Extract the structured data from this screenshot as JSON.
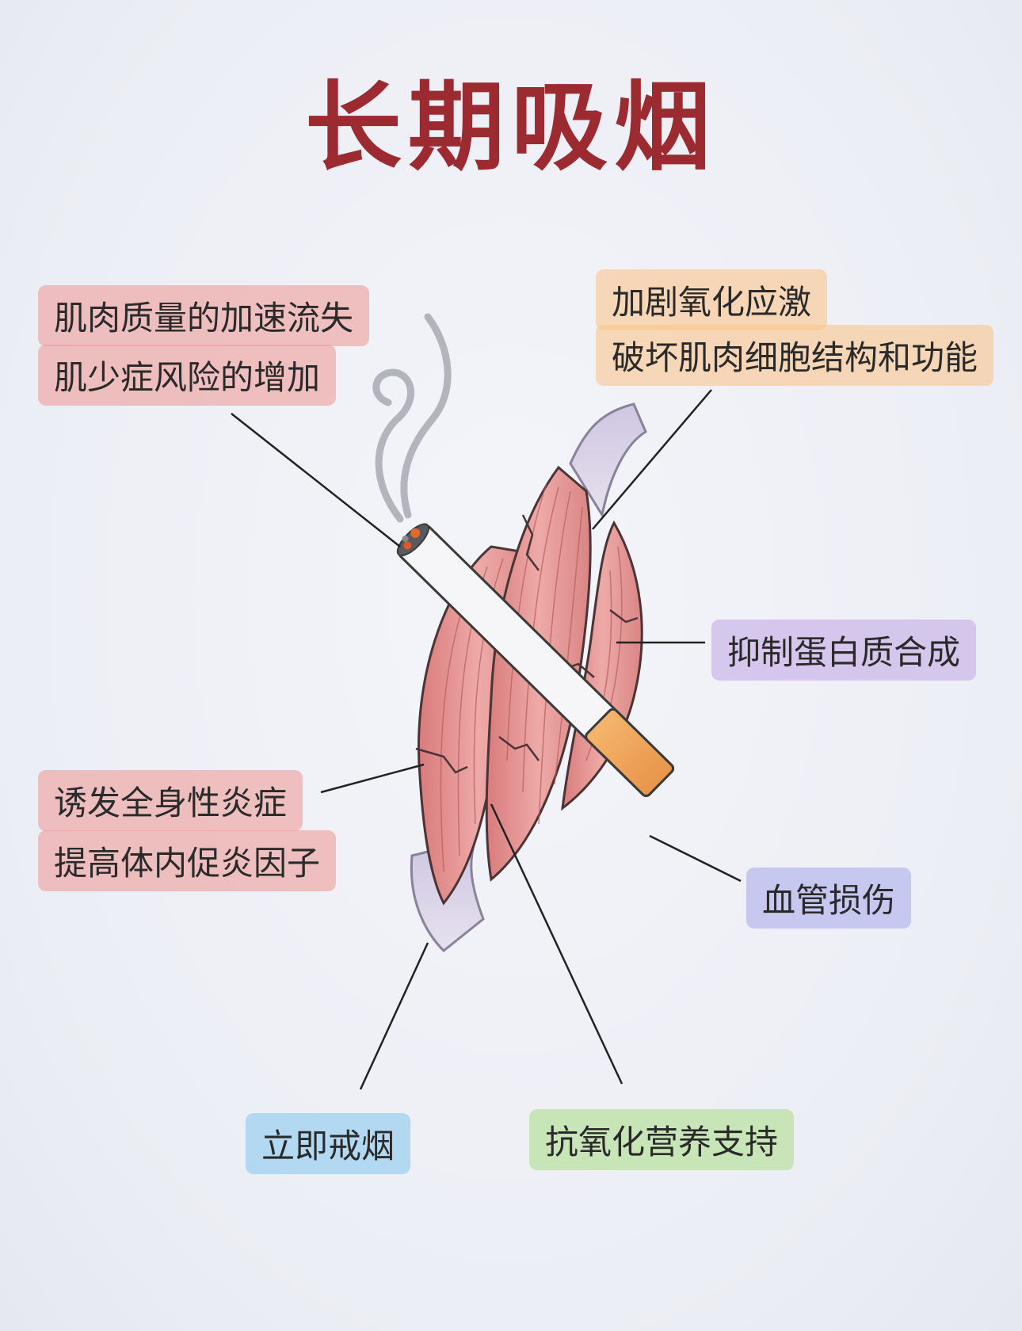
{
  "title": "长期吸烟",
  "labels": {
    "muscle_loss_1": "肌肉质量的加速流失",
    "muscle_loss_2": "肌少症风险的增加",
    "oxidative_1": "加剧氧化应激",
    "oxidative_2": "破坏肌肉细胞结构和功能",
    "protein": "抑制蛋白质合成",
    "inflammation_1": "诱发全身性炎症",
    "inflammation_2": "提高体内促炎因子",
    "vascular": "血管损伤",
    "quit": "立即戒烟",
    "antioxidant": "抗氧化营养支持"
  },
  "colors": {
    "title": "#9b2a31",
    "red_label": "#ee9691",
    "orange_label": "#fac48c",
    "purple_label": "#c4aae6",
    "lavender_label": "#b0b2ec",
    "blue_label": "#8cc8ee",
    "green_label": "#b4de96",
    "muscle": "#e59a98",
    "cigarette_filter": "#f0a85e"
  },
  "icons": [
    "muscle-illustration",
    "cigarette-icon",
    "smoke-icon"
  ]
}
